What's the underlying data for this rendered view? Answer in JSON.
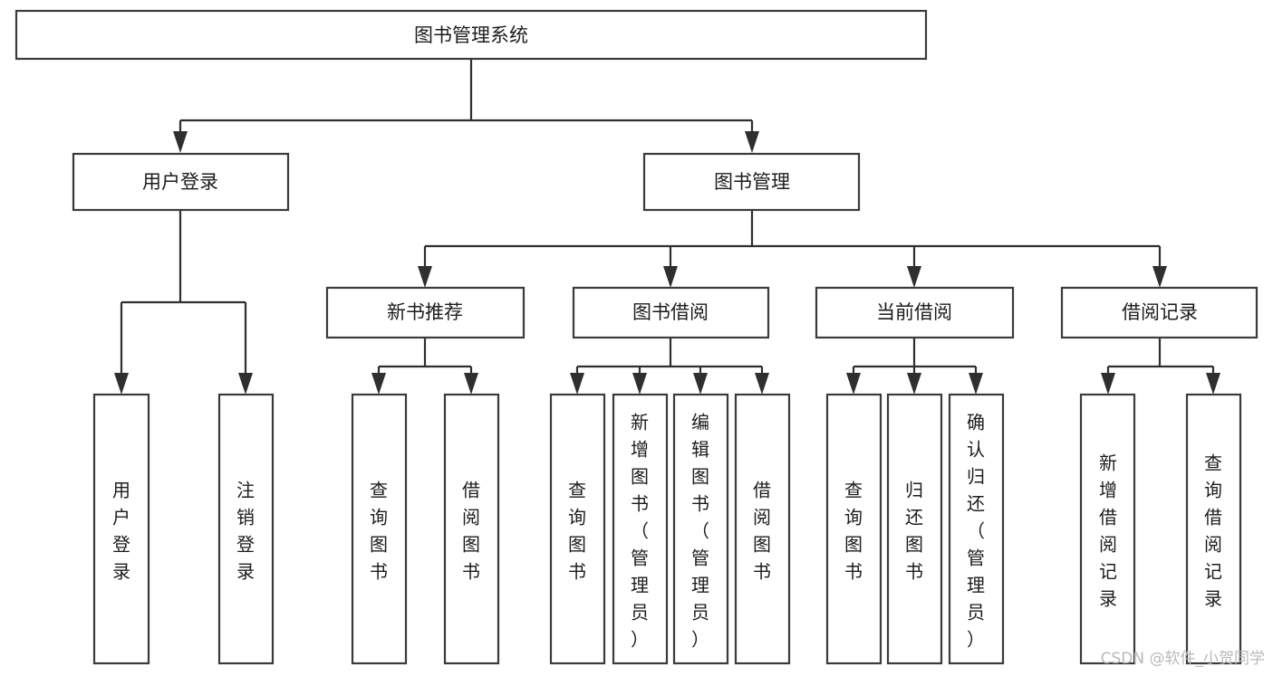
{
  "diagram": {
    "title": "图书管理系统",
    "type": "tree-hierarchy",
    "watermark": "CSDN @软件_小贺同学",
    "colors": {
      "box_stroke": "#3b3b3b",
      "box_fill": "#ffffff",
      "connector": "#2f2f2f",
      "text": "#1c1c1c",
      "watermark": "#b9b9b9",
      "background": "#ffffff"
    },
    "nodes": {
      "root": {
        "label": "图书管理系统",
        "level": 1,
        "orientation": "horizontal"
      },
      "l2": [
        {
          "id": "user-login",
          "label": "用户登录",
          "level": 2,
          "orientation": "horizontal"
        },
        {
          "id": "book-manage",
          "label": "图书管理",
          "level": 2,
          "orientation": "horizontal"
        }
      ],
      "l3": [
        {
          "id": "new-book-recommend",
          "label": "新书推荐",
          "level": 3,
          "orientation": "horizontal",
          "parent": "book-manage"
        },
        {
          "id": "book-borrow",
          "label": "图书借阅",
          "level": 3,
          "orientation": "horizontal",
          "parent": "book-manage"
        },
        {
          "id": "current-borrow",
          "label": "当前借阅",
          "level": 3,
          "orientation": "horizontal",
          "parent": "book-manage"
        },
        {
          "id": "borrow-record",
          "label": "借阅记录",
          "level": 3,
          "orientation": "horizontal",
          "parent": "borrow-record-parent"
        }
      ],
      "leaves": [
        {
          "id": "leaf-user-login",
          "label": "用户登录",
          "parent": "user-login",
          "orientation": "vertical"
        },
        {
          "id": "leaf-user-logout",
          "label": "注销登录",
          "parent": "user-login",
          "orientation": "vertical"
        },
        {
          "id": "leaf-query-book-1",
          "label": "查询图书",
          "parent": "new-book-recommend",
          "orientation": "vertical"
        },
        {
          "id": "leaf-borrow-book-1",
          "label": "借阅图书",
          "parent": "new-book-recommend",
          "orientation": "vertical"
        },
        {
          "id": "leaf-query-book-2",
          "label": "查询图书",
          "parent": "book-borrow",
          "orientation": "vertical"
        },
        {
          "id": "leaf-add-book",
          "label": "新增图书（管理员）",
          "parent": "book-borrow",
          "orientation": "vertical"
        },
        {
          "id": "leaf-edit-book",
          "label": "编辑图书（管理员）",
          "parent": "book-borrow",
          "orientation": "vertical"
        },
        {
          "id": "leaf-borrow-book-2",
          "label": "借阅图书",
          "parent": "book-borrow",
          "orientation": "vertical"
        },
        {
          "id": "leaf-query-book-3",
          "label": "查询图书",
          "parent": "current-borrow",
          "orientation": "vertical"
        },
        {
          "id": "leaf-return-book",
          "label": "归还图书",
          "parent": "current-borrow",
          "orientation": "vertical"
        },
        {
          "id": "leaf-confirm-return",
          "label": "确认归还（管理员）",
          "parent": "current-borrow",
          "orientation": "vertical"
        },
        {
          "id": "leaf-add-record",
          "label": "新增借阅记录",
          "parent": "borrow-record",
          "orientation": "vertical"
        },
        {
          "id": "leaf-query-record",
          "label": "查询借阅记录",
          "parent": "borrow-record",
          "orientation": "vertical"
        }
      ]
    }
  }
}
